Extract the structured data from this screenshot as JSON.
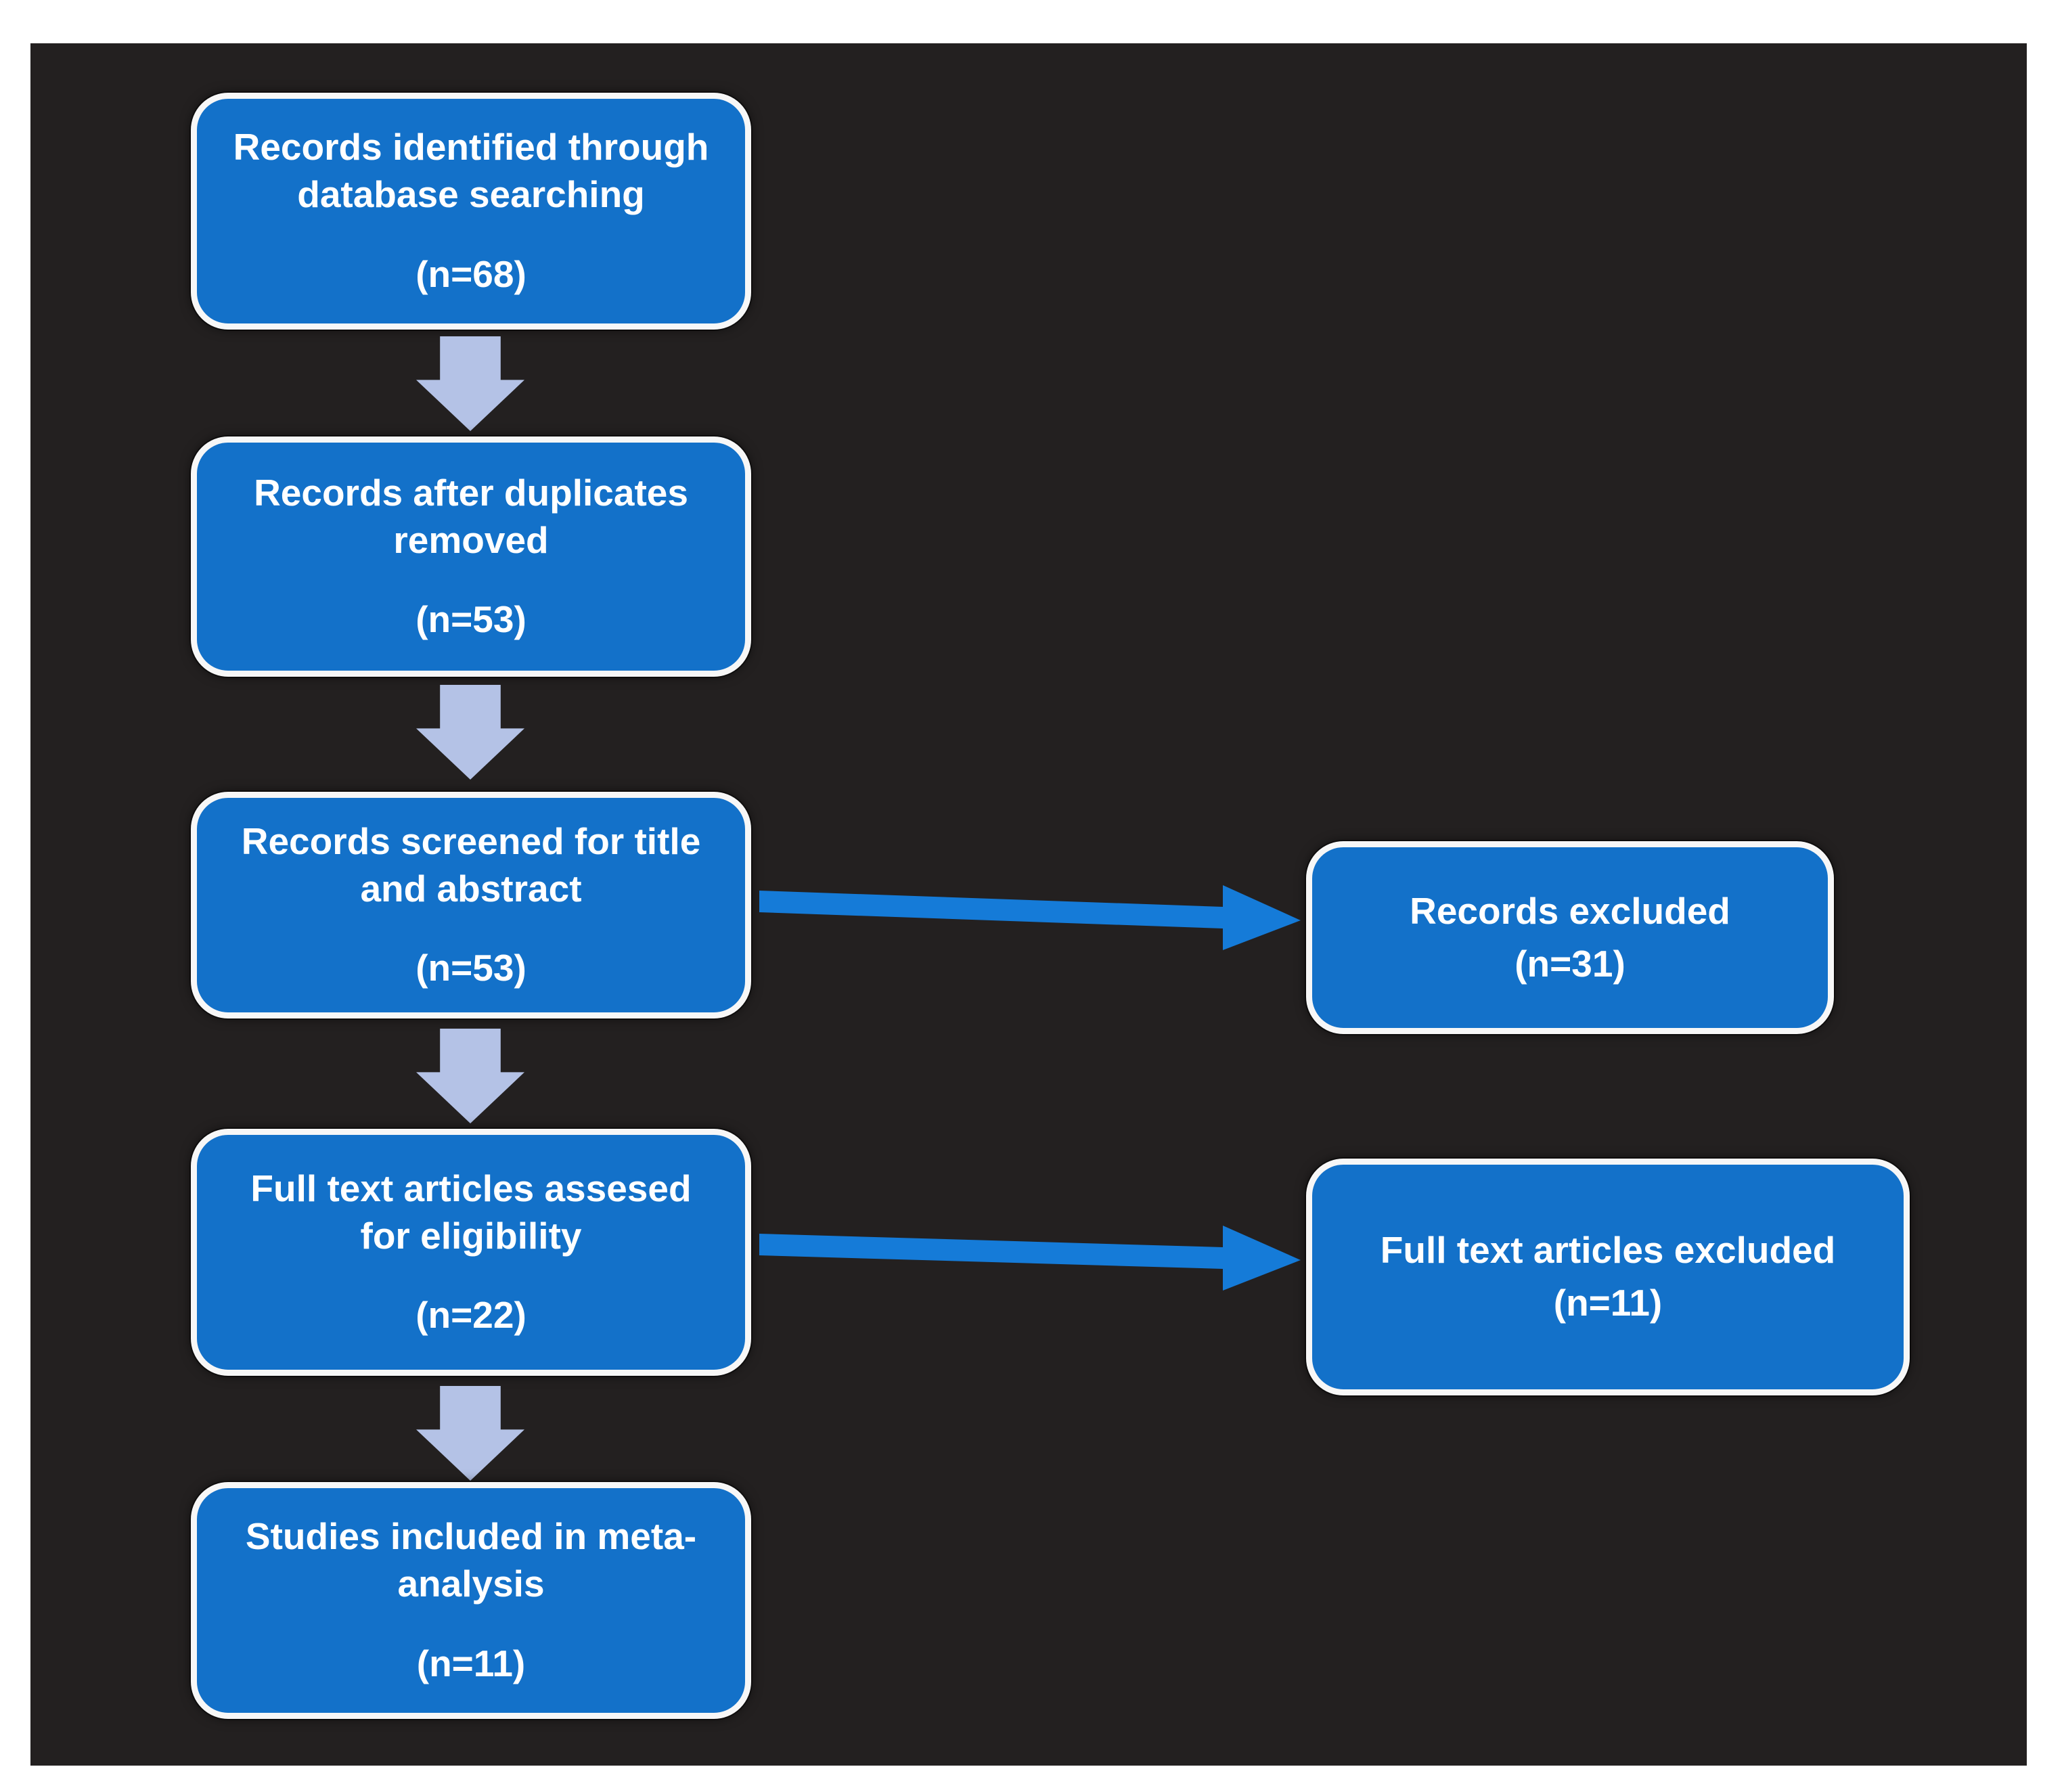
{
  "diagram": {
    "type": "flowchart",
    "description": "Study selection flow diagram for a meta-analysis",
    "colors": {
      "background": "#232020",
      "frame": "#ffffff",
      "node_fill": "#1371c9",
      "node_border": "#f7f7f7",
      "text": "#ffffff",
      "flow_arrow": "#b4c2e6",
      "link_arrow": "#157bd8"
    }
  },
  "nodes": {
    "identified": {
      "label": "Records identified through database searching",
      "count": "(n=68)"
    },
    "deduplicated": {
      "label": "Records after duplicates removed",
      "count": "(n=53)"
    },
    "screened": {
      "label": "Records screened for title and abstract",
      "count": "(n=53)"
    },
    "fulltext": {
      "label": "Full text articles assesed for eligibility",
      "count": "(n=22)"
    },
    "included": {
      "label": "Studies included in meta-analysis",
      "count": "(n=11)"
    },
    "excluded_records": {
      "label": "Records excluded",
      "count": "(n=31)"
    },
    "excluded_fulltext": {
      "label": "Full text articles excluded",
      "count": "(n=11)"
    }
  },
  "edges": [
    {
      "from": "identified",
      "to": "deduplicated",
      "direction": "down"
    },
    {
      "from": "deduplicated",
      "to": "screened",
      "direction": "down"
    },
    {
      "from": "screened",
      "to": "fulltext",
      "direction": "down"
    },
    {
      "from": "fulltext",
      "to": "included",
      "direction": "down"
    },
    {
      "from": "screened",
      "to": "excluded_records",
      "direction": "right"
    },
    {
      "from": "fulltext",
      "to": "excluded_fulltext",
      "direction": "right"
    }
  ]
}
